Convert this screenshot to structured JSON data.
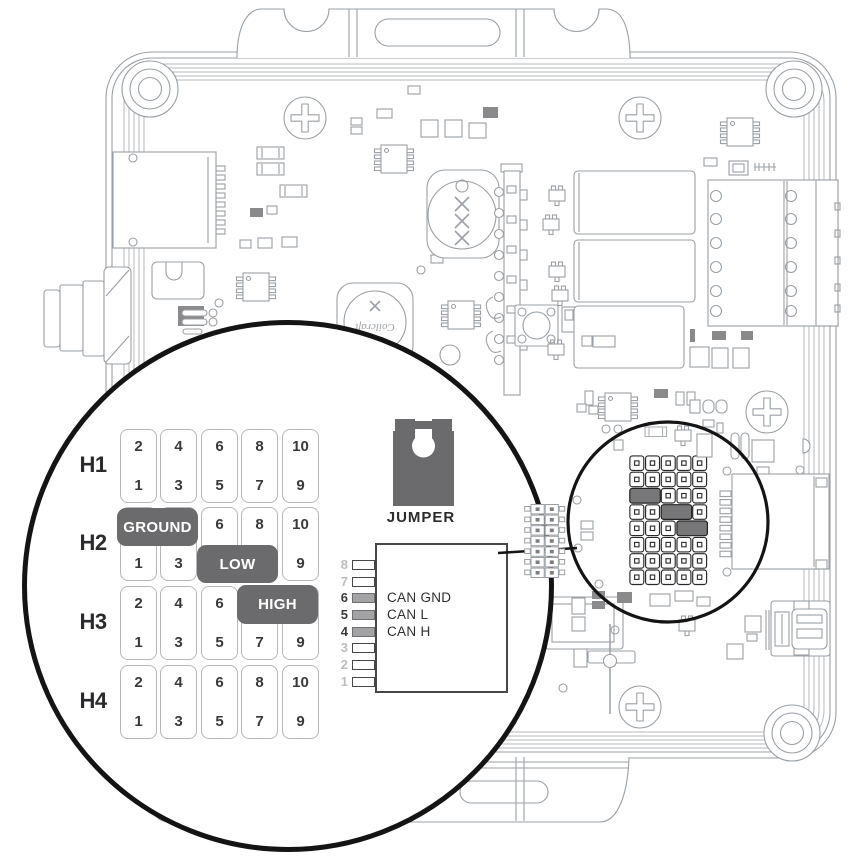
{
  "magnifier": {
    "headers": [
      {
        "name": "H1",
        "top": [
          "2",
          "4",
          "6",
          "8",
          "10"
        ],
        "bottom": [
          "1",
          "3",
          "5",
          "7",
          "9"
        ]
      },
      {
        "name": "H2",
        "top": [
          "",
          "",
          "6",
          "8",
          "10"
        ],
        "bottom": [
          "1",
          "3",
          "",
          "",
          "9"
        ]
      },
      {
        "name": "H3",
        "top": [
          "2",
          "4",
          "6",
          "",
          ""
        ],
        "bottom": [
          "1",
          "3",
          "5",
          "7",
          "9"
        ]
      },
      {
        "name": "H4",
        "top": [
          "2",
          "4",
          "6",
          "8",
          "10"
        ],
        "bottom": [
          "1",
          "3",
          "5",
          "7",
          "9"
        ]
      }
    ],
    "badges": {
      "ground": "GROUND",
      "low": "LOW",
      "high": "HIGH"
    },
    "jumper_caption": "JUMPER",
    "can_block": {
      "pin_numbers": [
        "8",
        "7",
        "6",
        "5",
        "4",
        "3",
        "2",
        "1"
      ],
      "highlighted_pin_numbers": [
        "6",
        "5",
        "4"
      ],
      "signals": [
        "CAN GND",
        "CAN L",
        "CAN H"
      ]
    }
  },
  "board": {
    "inductor_logo": "Coilcraft",
    "inductor_mark": "X"
  },
  "colors": {
    "badge_gray": "#6b6b6d",
    "line_art": "#9aa0a5",
    "magnifier_stroke": "#141414",
    "grid_jumper_gray": "#77777a",
    "can_highlight_fill": "#a3a3a5",
    "muted_number": "#bdbdbf",
    "dark_number": "#39393b"
  }
}
